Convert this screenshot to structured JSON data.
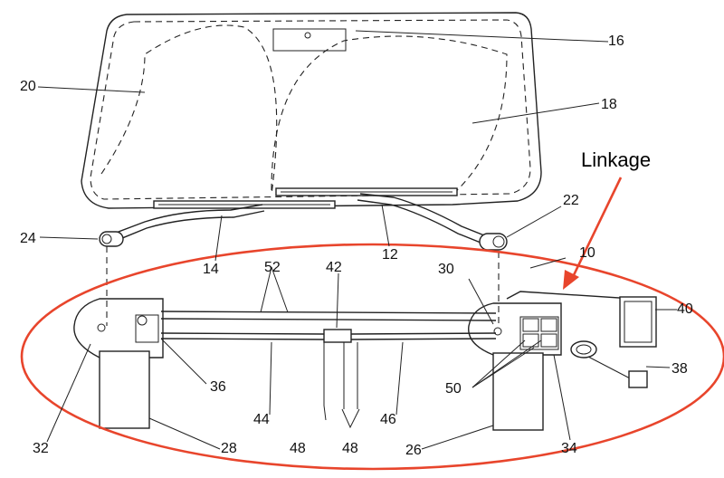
{
  "annotation": {
    "title": "Linkage",
    "highlight_color": "#e8452c"
  },
  "labels": {
    "n10": "10",
    "n12": "12",
    "n14": "14",
    "n16": "16",
    "n18": "18",
    "n20": "20",
    "n22": "22",
    "n24": "24",
    "n26": "26",
    "n28": "28",
    "n30": "30",
    "n32": "32",
    "n34": "34",
    "n36": "36",
    "n38": "38",
    "n40": "40",
    "n42": "42",
    "n44": "44",
    "n46": "46",
    "n48a": "48",
    "n48b": "48",
    "n50": "50",
    "n52": "52"
  }
}
